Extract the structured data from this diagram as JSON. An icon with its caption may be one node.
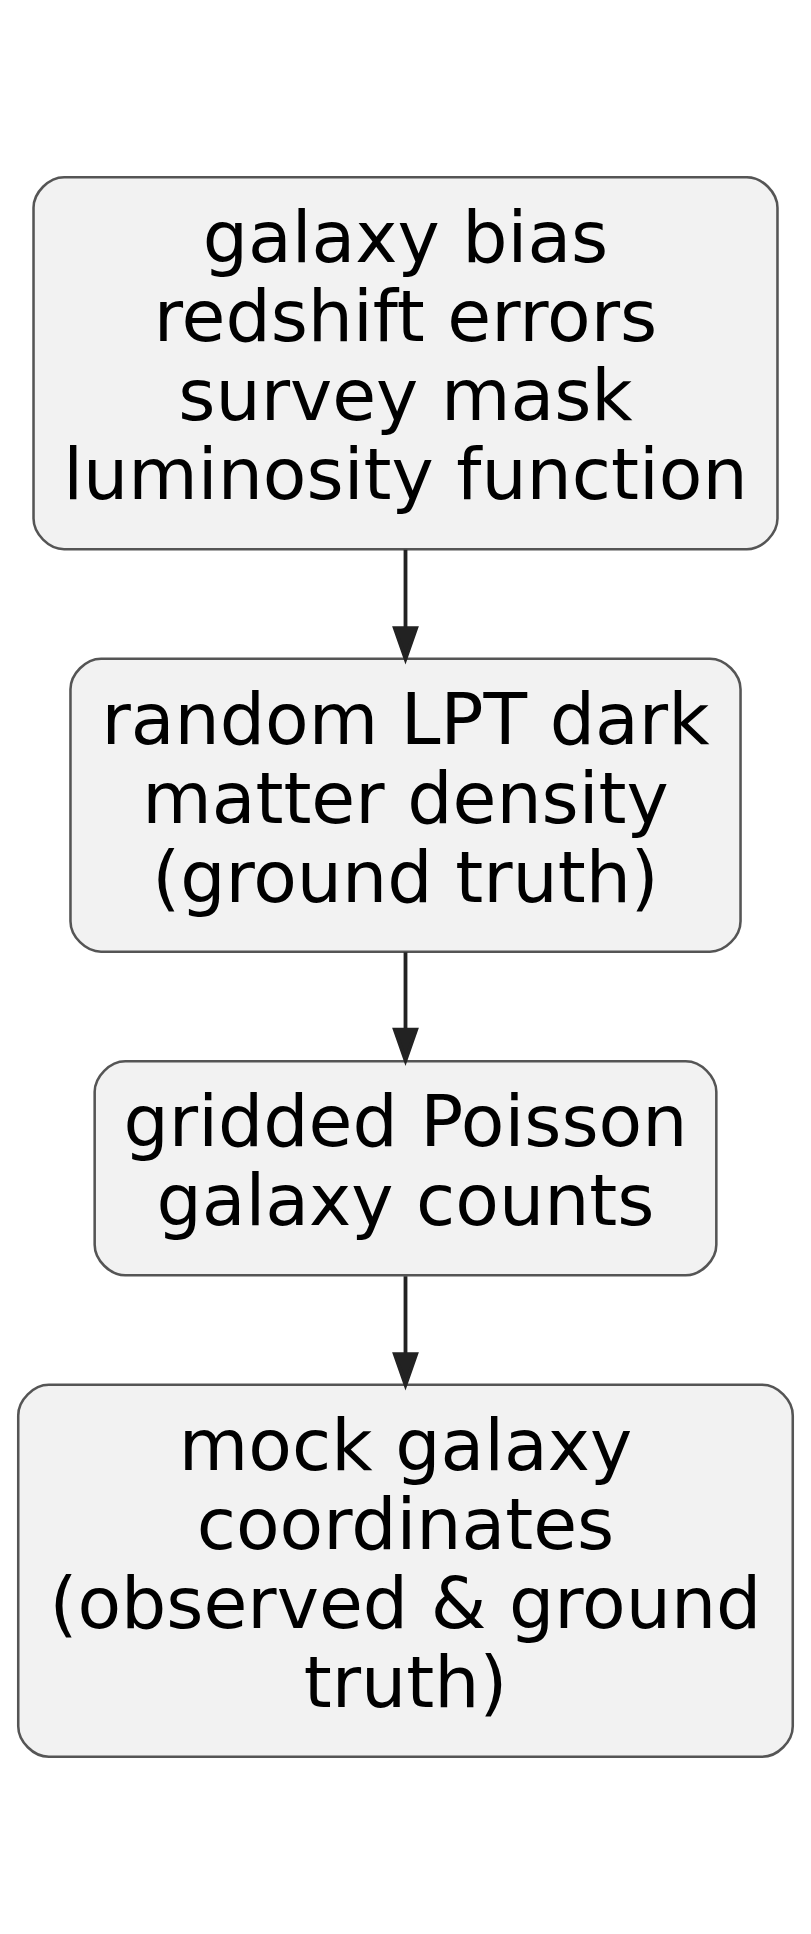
{
  "diagram": {
    "nodes": [
      {
        "text": [
          "galaxy bias",
          "redshift errors",
          "survey mask",
          "luminosity function"
        ]
      },
      {
        "text": [
          "random LPT dark matter density (ground truth)"
        ]
      },
      {
        "text": [
          "gridded Poisson galaxy counts"
        ]
      },
      {
        "text": [
          "mock galaxy coordinates (observed & ground truth)"
        ]
      }
    ],
    "edges": [
      {
        "from": 0,
        "to": 1,
        "arrow": "to"
      },
      {
        "from": 1,
        "to": 2,
        "arrow": "to"
      },
      {
        "from": 2,
        "to": 3,
        "arrow": "to"
      }
    ]
  }
}
